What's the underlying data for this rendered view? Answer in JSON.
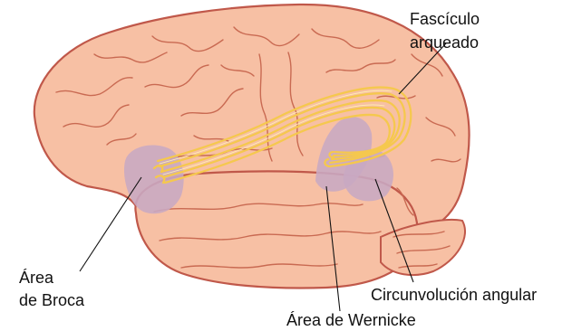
{
  "labels": {
    "fasciculo_line1": "Fascículo",
    "fasciculo_line2": "arqueado",
    "broca_line1": "Área",
    "broca_line2": "de Broca",
    "angular": "Circunvolución angular",
    "wernicke": "Área de Wernicke"
  },
  "colors": {
    "brain_fill": "#f7c0a4",
    "brain_outline": "#c0584a",
    "area_fill": "#c8a9c3",
    "fasciculus": "#f5c84e"
  }
}
